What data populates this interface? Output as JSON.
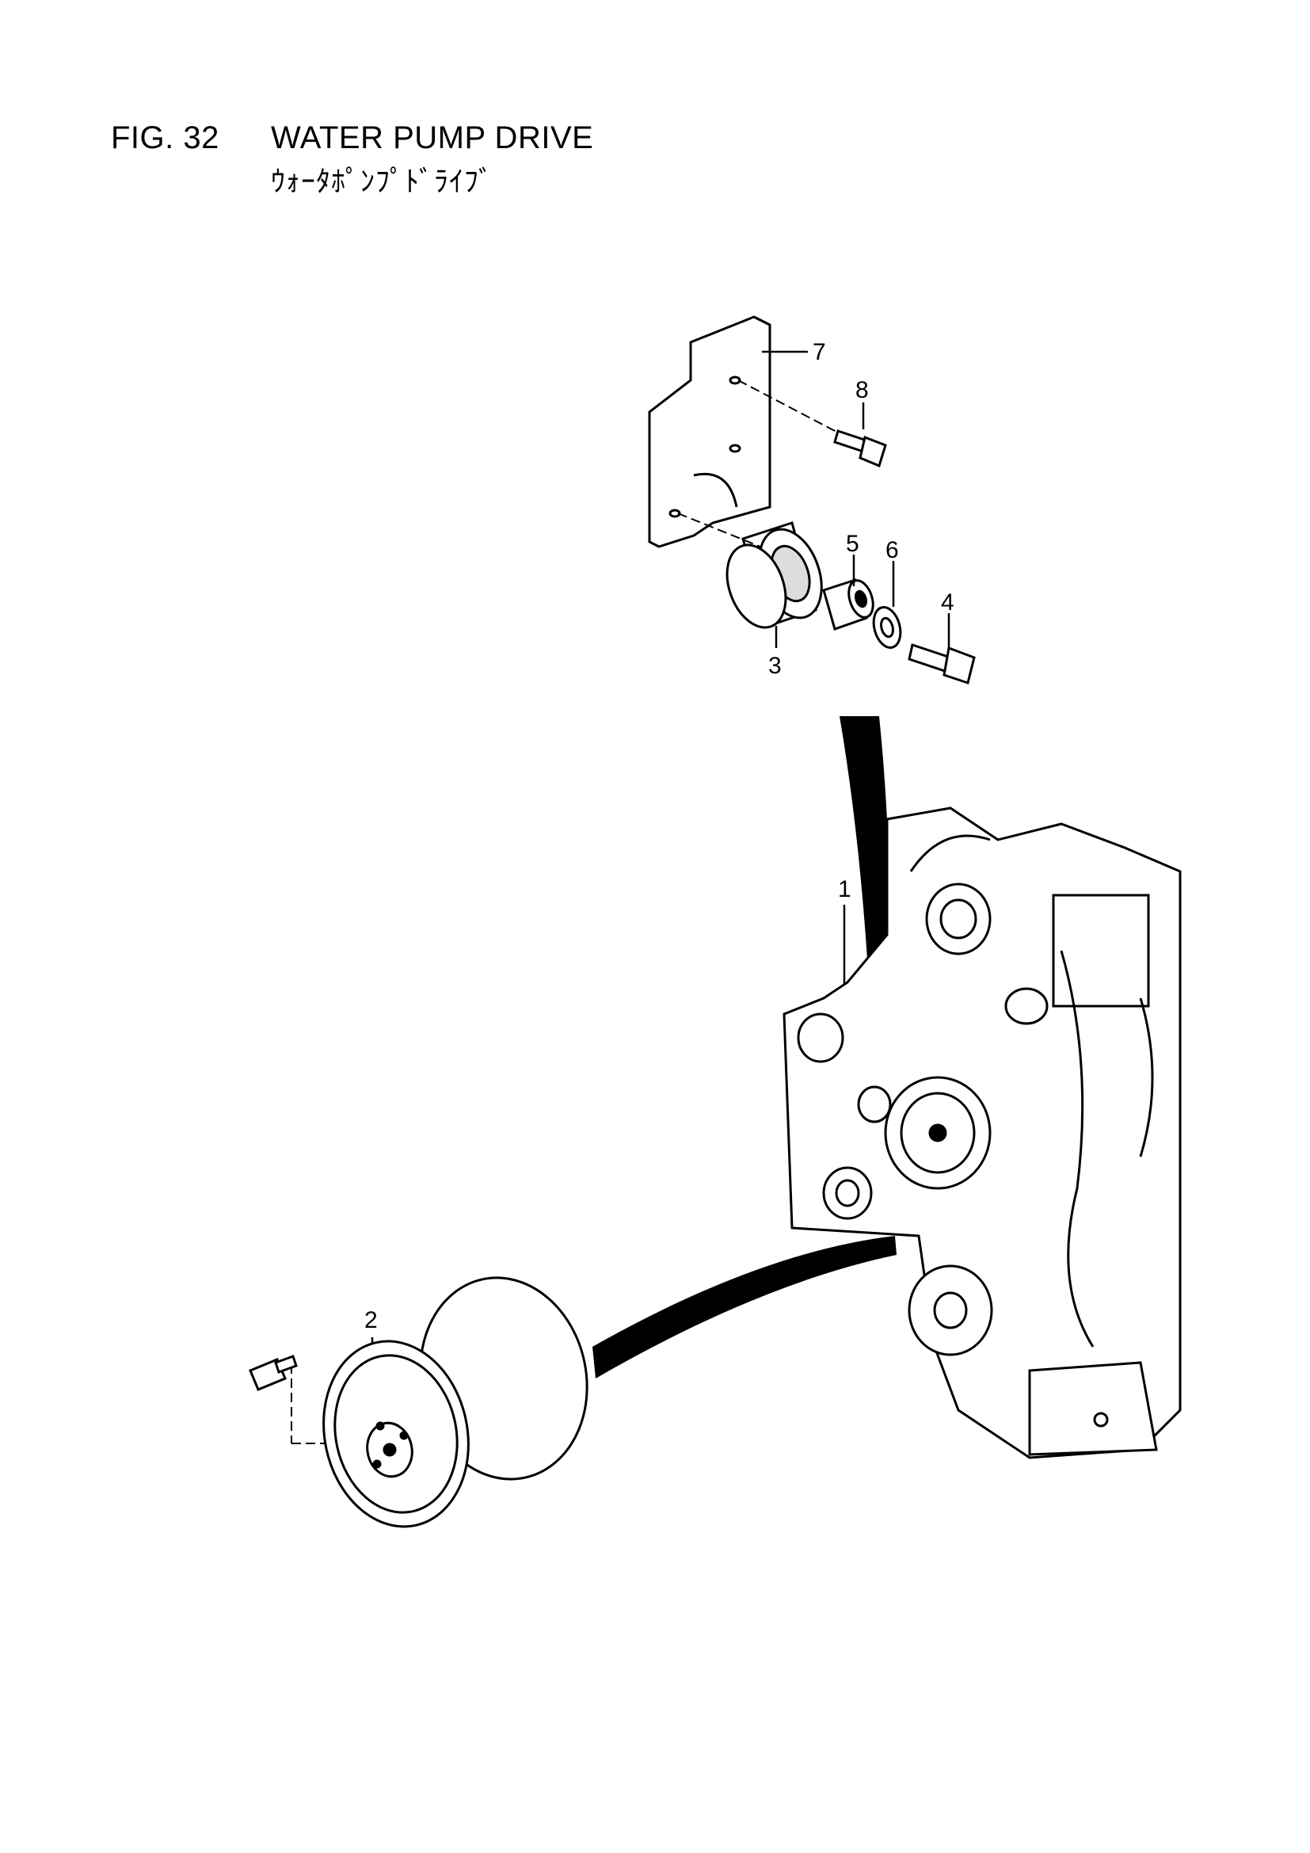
{
  "figure": {
    "number": "FIG. 32",
    "title": "WATER PUMP DRIVE",
    "title_jp": "ｳｫｰﾀﾎﾟﾝﾌﾟﾄﾞﾗｲﾌﾞ"
  },
  "callouts": [
    "1",
    "2",
    "3",
    "4",
    "5",
    "6",
    "7",
    "8"
  ]
}
